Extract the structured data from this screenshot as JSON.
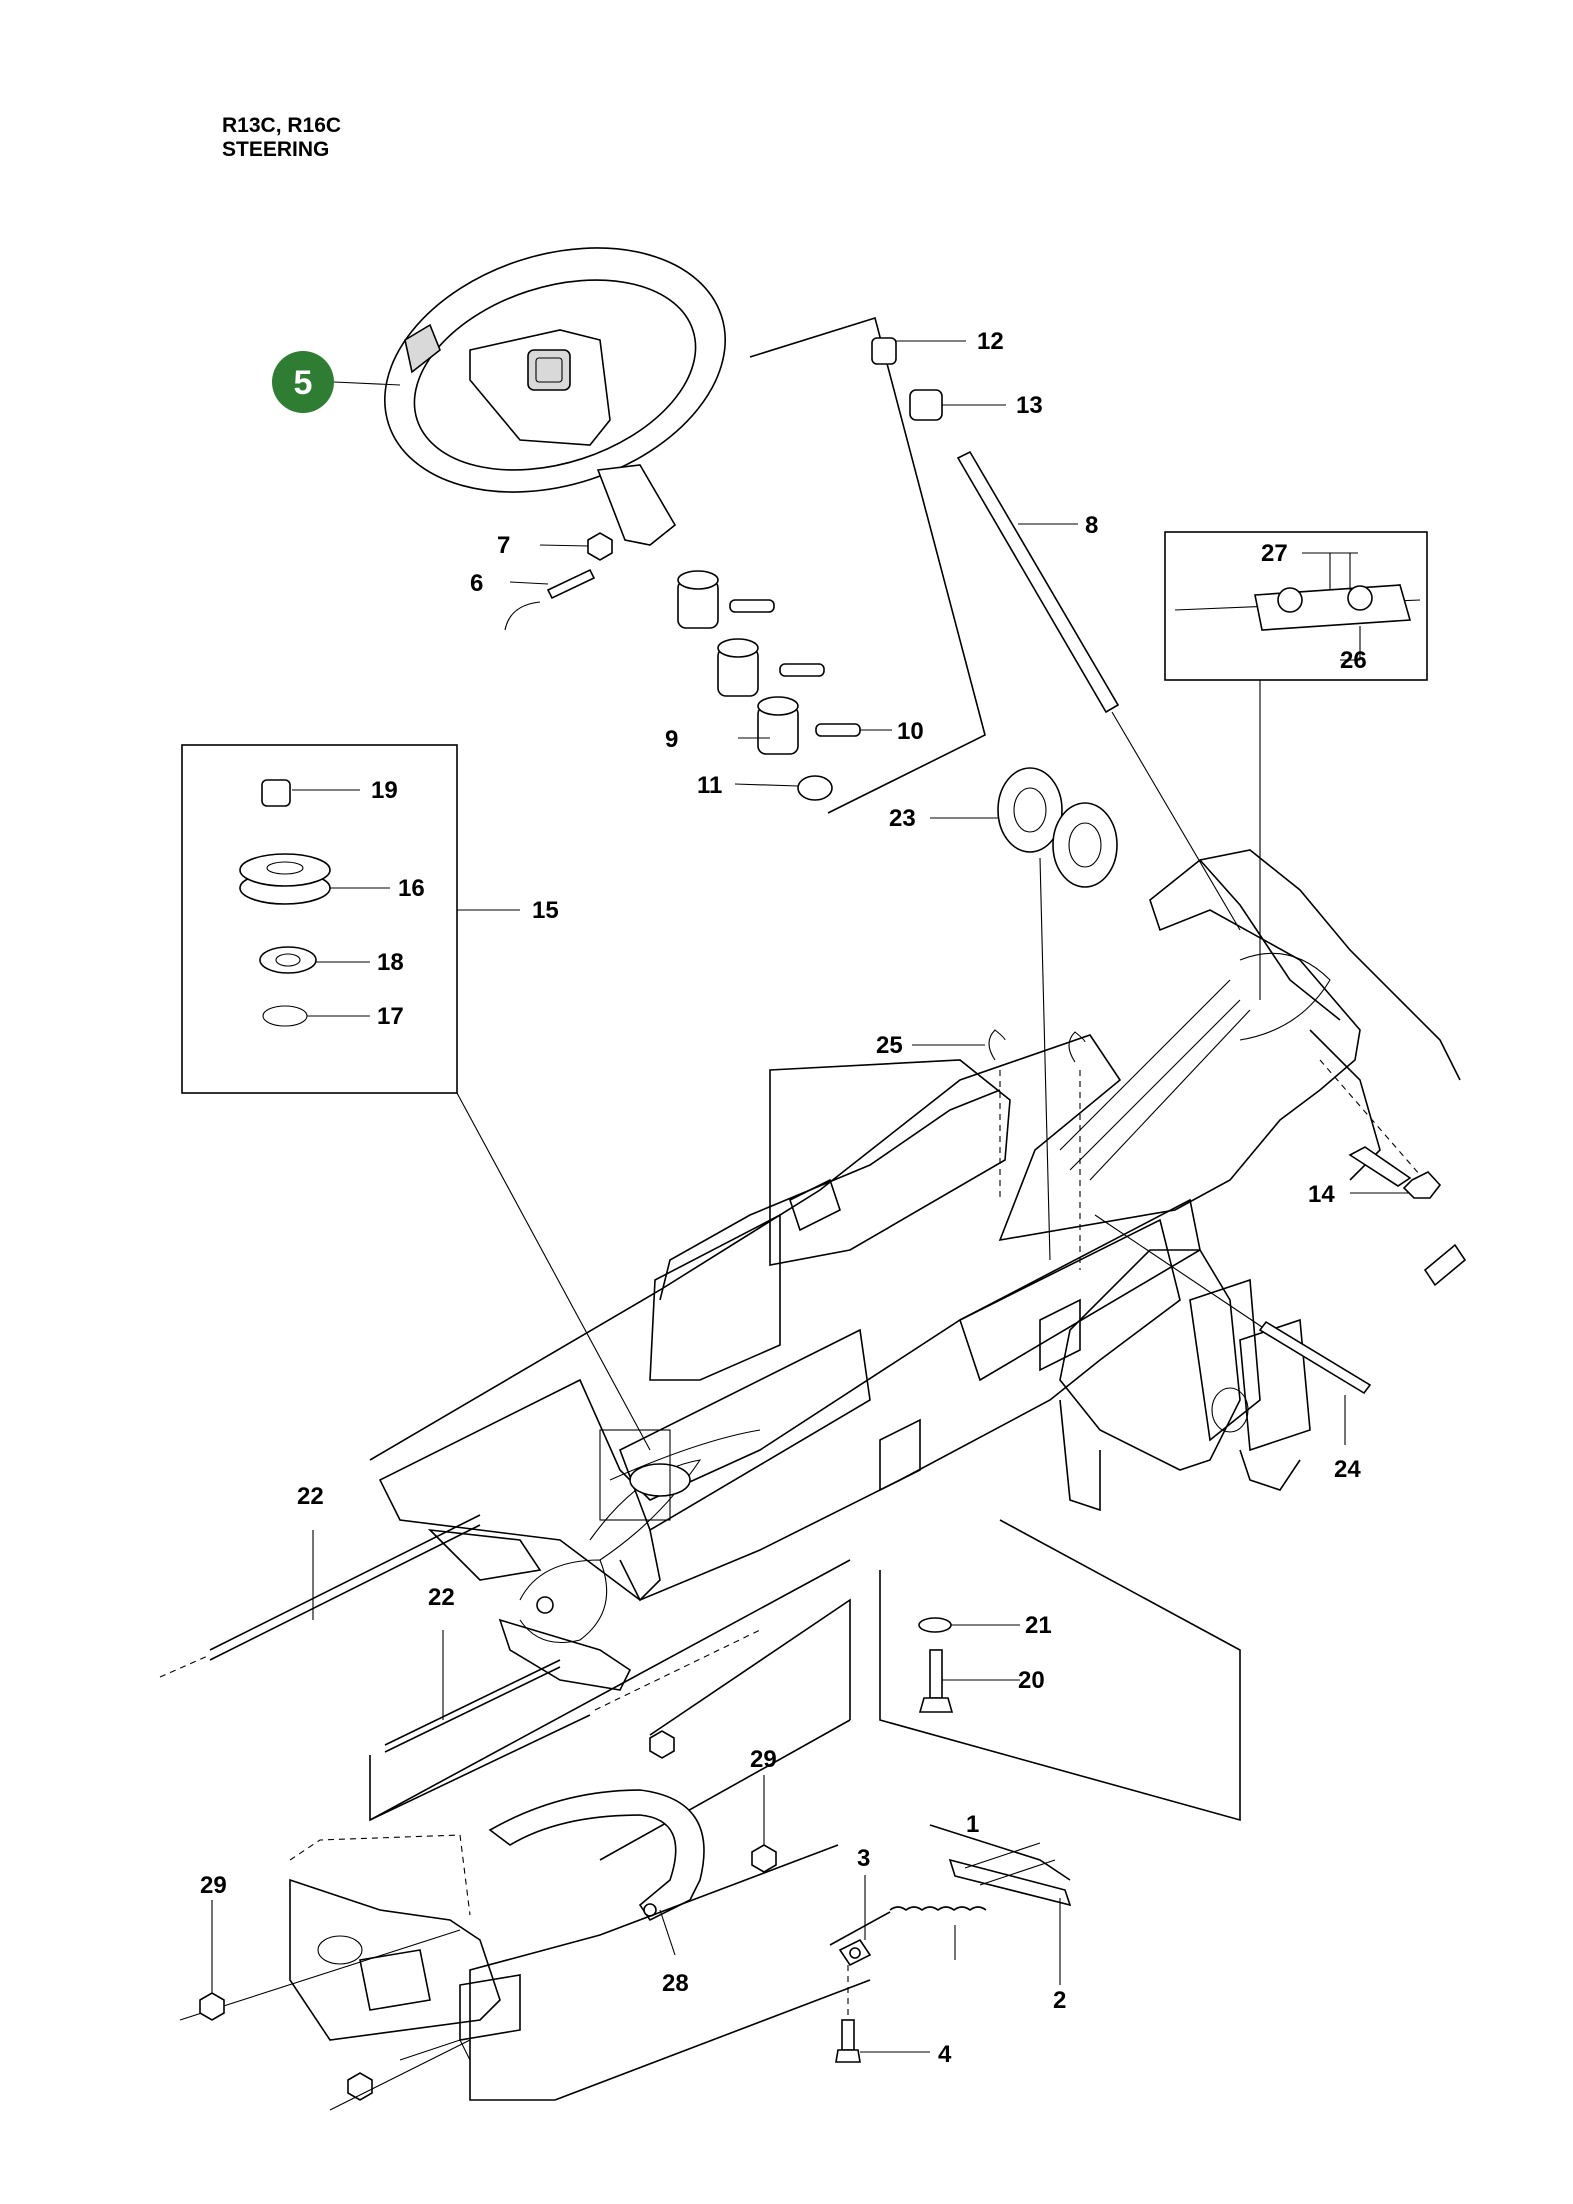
{
  "header": {
    "model": "R13C, R16C",
    "section": "STEERING"
  },
  "badge": {
    "number": "5",
    "color": "#2e7d32"
  },
  "callouts": {
    "c1": "1",
    "c2": "2",
    "c3": "3",
    "c4": "4",
    "c6": "6",
    "c7": "7",
    "c8": "8",
    "c9": "9",
    "c10": "10",
    "c11": "11",
    "c12": "12",
    "c13": "13",
    "c14": "14",
    "c15": "15",
    "c16": "16",
    "c17": "17",
    "c18": "18",
    "c19": "19",
    "c20": "20",
    "c21": "21",
    "c22a": "22",
    "c22b": "22",
    "c23": "23",
    "c24": "24",
    "c25": "25",
    "c26": "26",
    "c27": "27",
    "c28": "28",
    "c29a": "29",
    "c29b": "29"
  }
}
